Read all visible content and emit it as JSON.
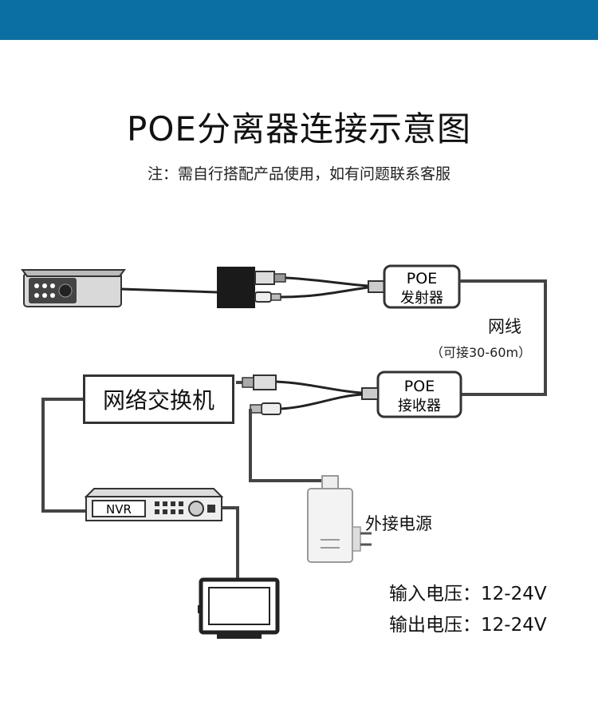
{
  "header": {
    "bar_color": "#0b6fa3"
  },
  "title": "POE分离器连接示意图",
  "note": "注：需自行搭配产品使用，如有问题联系客服",
  "diagram": {
    "injector": {
      "line1": "POE",
      "line2": "发射器"
    },
    "splitter": {
      "line1": "POE",
      "line2": "接收器"
    },
    "switch_label": "网络交换机",
    "nvr_label": "NVR",
    "cable_label": "网线",
    "cable_sub": "（可接30-60m）",
    "power_label": "外接电源"
  },
  "specs": {
    "input": "输入电压：12-24V",
    "output": "输出电压：12-24V"
  }
}
